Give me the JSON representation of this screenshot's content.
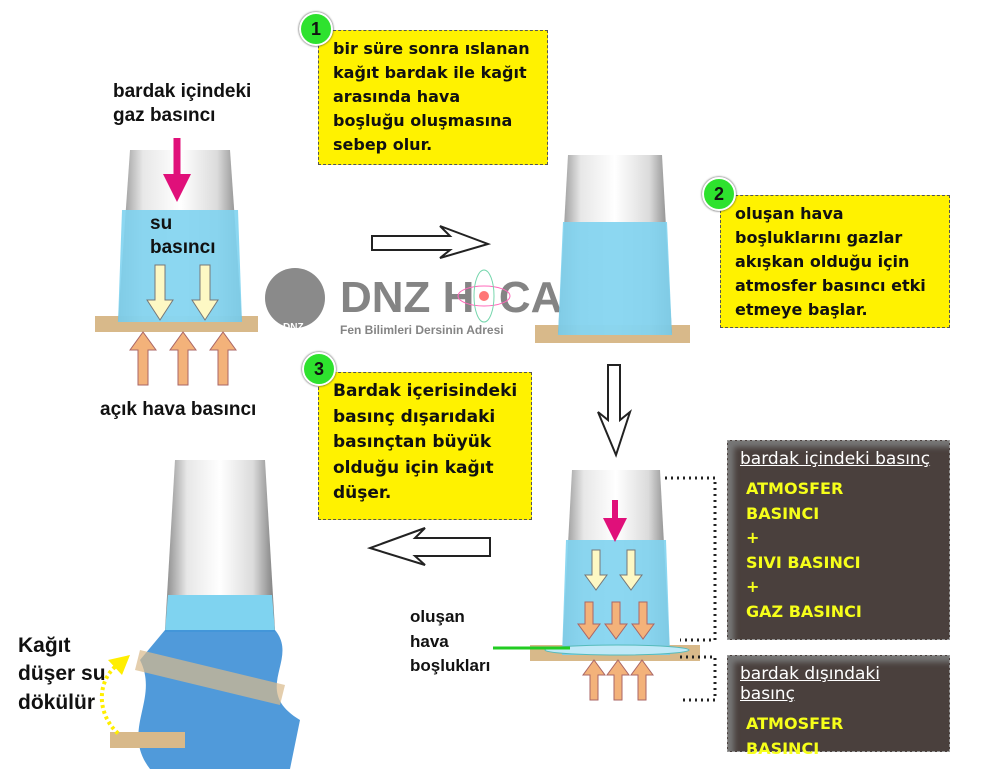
{
  "logo": {
    "title": "DNZ HOCA",
    "subtitle": "Fen Bilimleri Dersinin Adresi",
    "badge": "DNZ"
  },
  "step1": {
    "number": "1",
    "text": "bir süre sonra ıslanan kağıt bardak ile kağıt arasında hava boşluğu oluşmasına sebep olur."
  },
  "step2": {
    "number": "2",
    "text": "oluşan hava boşluklarını gazlar akışkan olduğu için atmosfer basıncı etki etmeye başlar."
  },
  "step3": {
    "number": "3",
    "text": "Bardak içerisindeki basınç dışarıdaki basınçtan büyük olduğu için kağıt düşer."
  },
  "labels": {
    "gas_pressure": "bardak içindeki gaz basıncı",
    "water_pressure": "su basıncı",
    "open_air_pressure": "açık hava basıncı",
    "air_gaps": "oluşan hava boşlukları",
    "paper_falls": "Kağıt düşer su dökülür"
  },
  "inside_box": {
    "title": "bardak içindeki basınç",
    "lines": [
      "ATMOSFER",
      "BASINCI",
      "+",
      "SIVI BASINCI",
      "+",
      "GAZ BASINCI"
    ]
  },
  "outside_box": {
    "title": "bardak dışındaki basınç",
    "lines": [
      "ATMOSFER",
      "BASINCI"
    ]
  },
  "colors": {
    "note": "#fff200",
    "badge": "#2ee22e",
    "water": "#7fd3f0",
    "dark": "#4a403d",
    "text_yellow": "#f6ff1a",
    "magenta": "#e0107a",
    "orange": "#f3b27a"
  }
}
